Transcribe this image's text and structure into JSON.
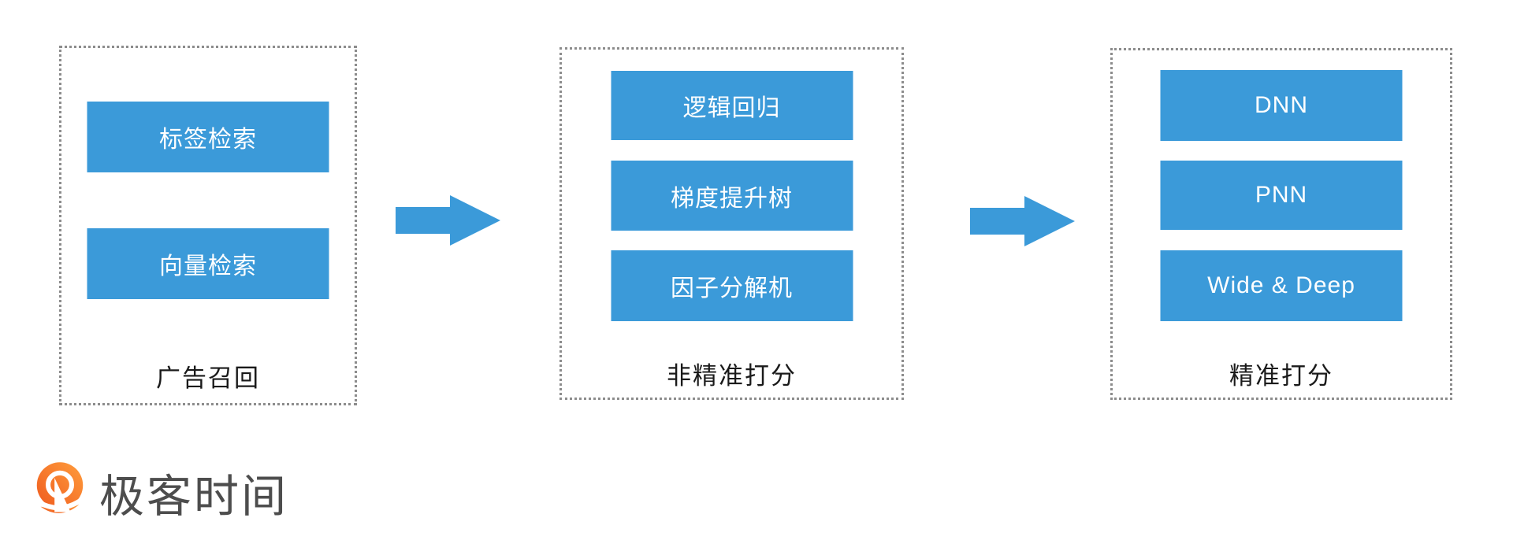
{
  "diagram": {
    "groups": [
      {
        "label": "广告召回",
        "items": [
          "标签检索",
          "向量检索"
        ]
      },
      {
        "label": "非精准打分",
        "items": [
          "逻辑回归",
          "梯度提升树",
          "因子分解机"
        ]
      },
      {
        "label": "精准打分",
        "items": [
          "DNN",
          "PNN",
          "Wide & Deep"
        ]
      }
    ],
    "arrows": [
      "right-arrow",
      "right-arrow"
    ]
  },
  "logo": {
    "text": "极客时间",
    "icon": "geektime-pin-q-icon"
  },
  "colors": {
    "node_blue": "#3b9ad9",
    "arrow_blue": "#3b9ad9",
    "dashed_border_gray": "#8c8c8c",
    "group_label_text": "#1a1a1a",
    "node_text": "#ffffff",
    "logo_orange_light": "#ff9d3c",
    "logo_orange_dark": "#ef5a1e",
    "logo_text_gray": "#4d4d4d"
  }
}
